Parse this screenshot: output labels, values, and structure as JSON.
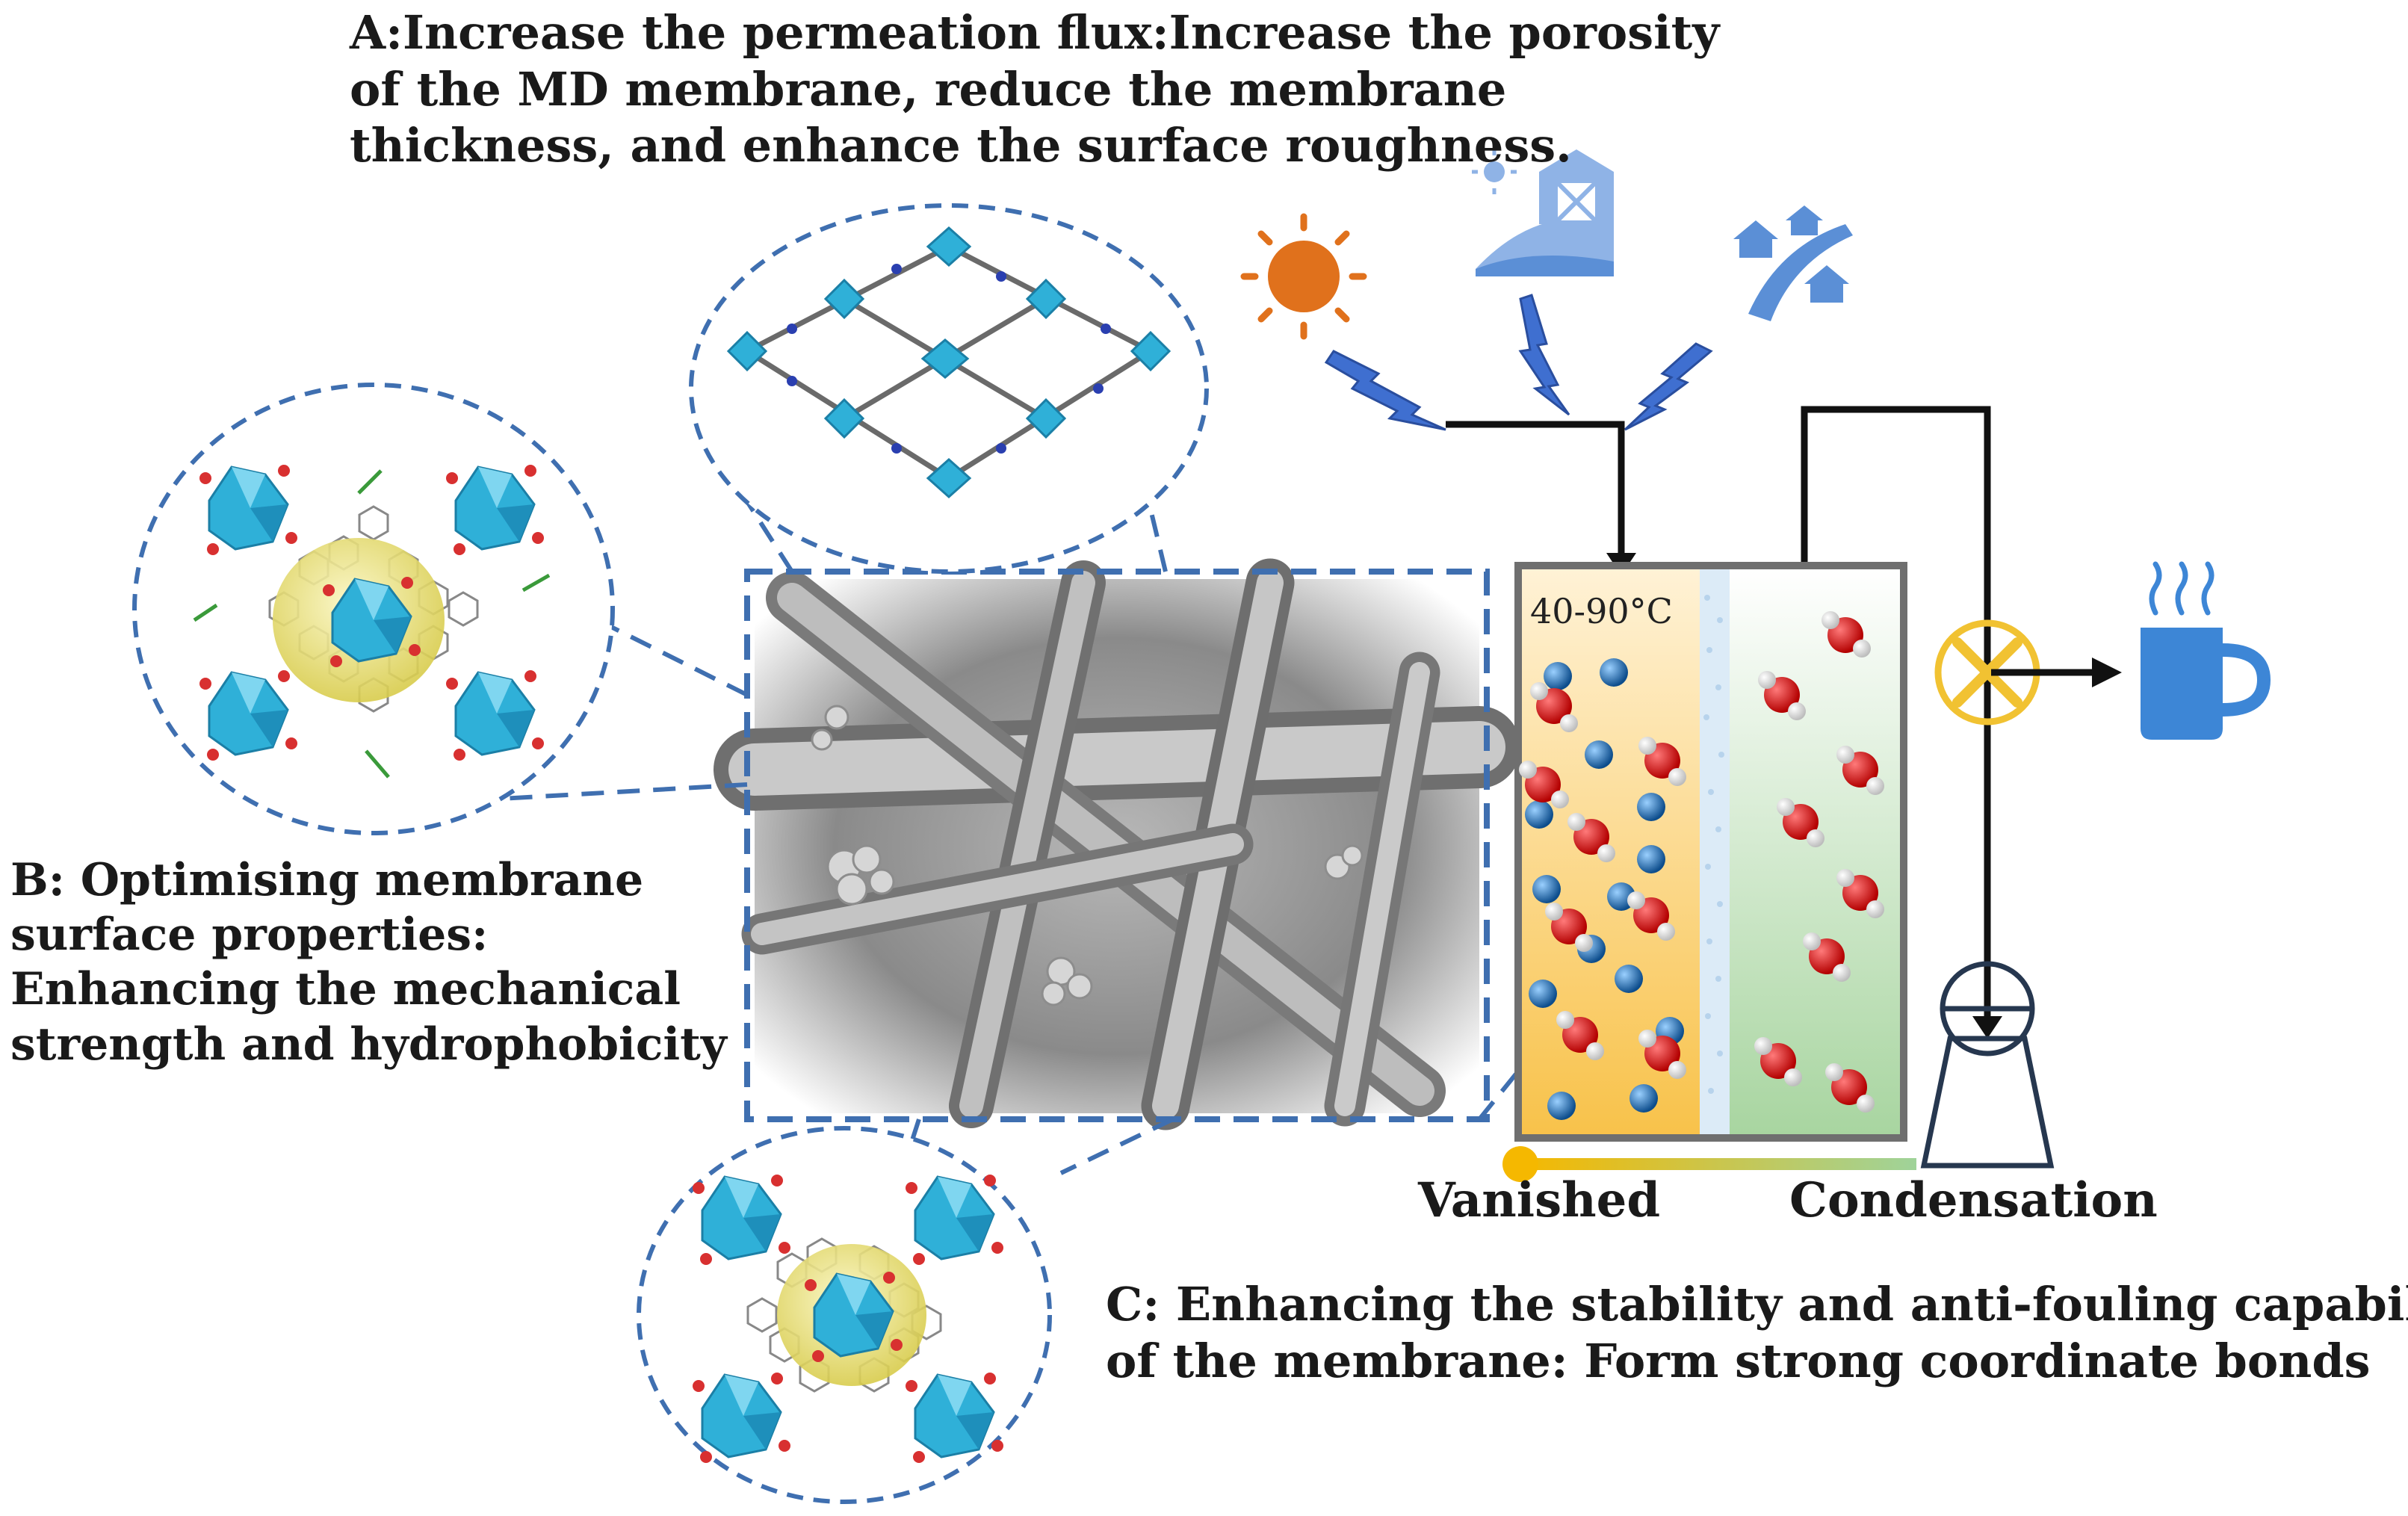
{
  "label_a": {
    "lines": [
      "A:Increase the permeation flux:Increase the porosity",
      "of the MD membrane, reduce the membrane",
      "thickness, and enhance the surface roughness."
    ]
  },
  "label_b": {
    "lines": [
      "B: Optimising membrane",
      "surface properties:",
      "Enhancing the mechanical",
      "strength and hydrophobicity"
    ]
  },
  "label_c": {
    "lines": [
      "C: Enhancing the stability and anti-fouling capability",
      "of the membrane: Form strong coordinate bonds"
    ]
  },
  "cell": {
    "temperature": "40-90°C",
    "vanished": "Vanished",
    "condensation": "Condensation"
  },
  "icons": [
    "sun-icon",
    "farm-barn-icon",
    "houses-icon",
    "lightning-icon",
    "valve-icon",
    "pump-icon",
    "coffee-cup-icon"
  ],
  "colors": {
    "dashed_blue": "#3f6fb0",
    "icon_blue": "#5b8fd6",
    "sun_orange": "#e0711c",
    "mof_cyan": "#2fb0d8",
    "yellow_sphere": "#e9e27a",
    "hot_side": "#f8c24a",
    "cold_side": "#a8d5a0",
    "water_red": "#d11a1a",
    "pipe_black": "#111111"
  }
}
